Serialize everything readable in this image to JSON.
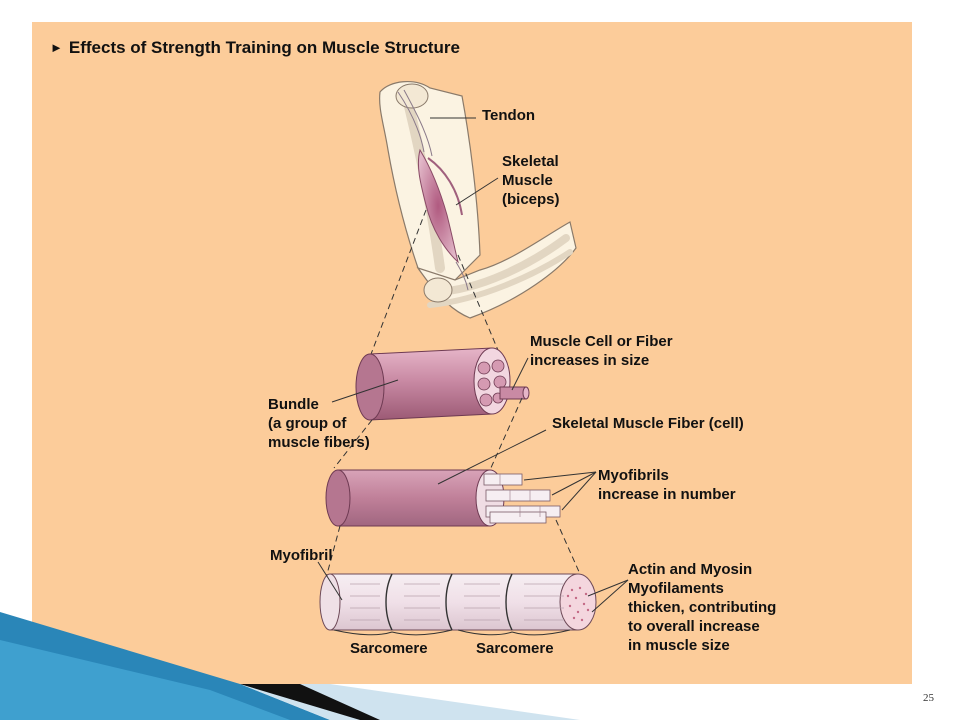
{
  "slide": {
    "title": "Effects of Strength Training on Muscle Structure",
    "bullet_icon": "triangle-bullet-icon",
    "page_number": "25",
    "colors": {
      "panel": "#fccc9a",
      "muscle": "#c07f9a",
      "bone": "#faf0d8",
      "bar_blue": "#2a86b8"
    }
  },
  "labels": {
    "tendon": "Tendon",
    "skeletal_muscle": [
      "Skeletal",
      "Muscle",
      "(biceps)"
    ],
    "muscle_cell": [
      "Muscle Cell or Fiber",
      "increases in size"
    ],
    "bundle": [
      "Bundle",
      "(a group of",
      "muscle fibers)"
    ],
    "skeletal_fiber": "Skeletal Muscle Fiber (cell)",
    "myofibrils": [
      "Myofibrils",
      "increase in number"
    ],
    "myofibril": "Myofibril",
    "actin_myosin": [
      "Actin and Myosin",
      "Myofilaments",
      "thicken, contributing",
      "to overall increase",
      "in muscle size"
    ],
    "sarcomere_1": "Sarcomere",
    "sarcomere_2": "Sarcomere"
  }
}
